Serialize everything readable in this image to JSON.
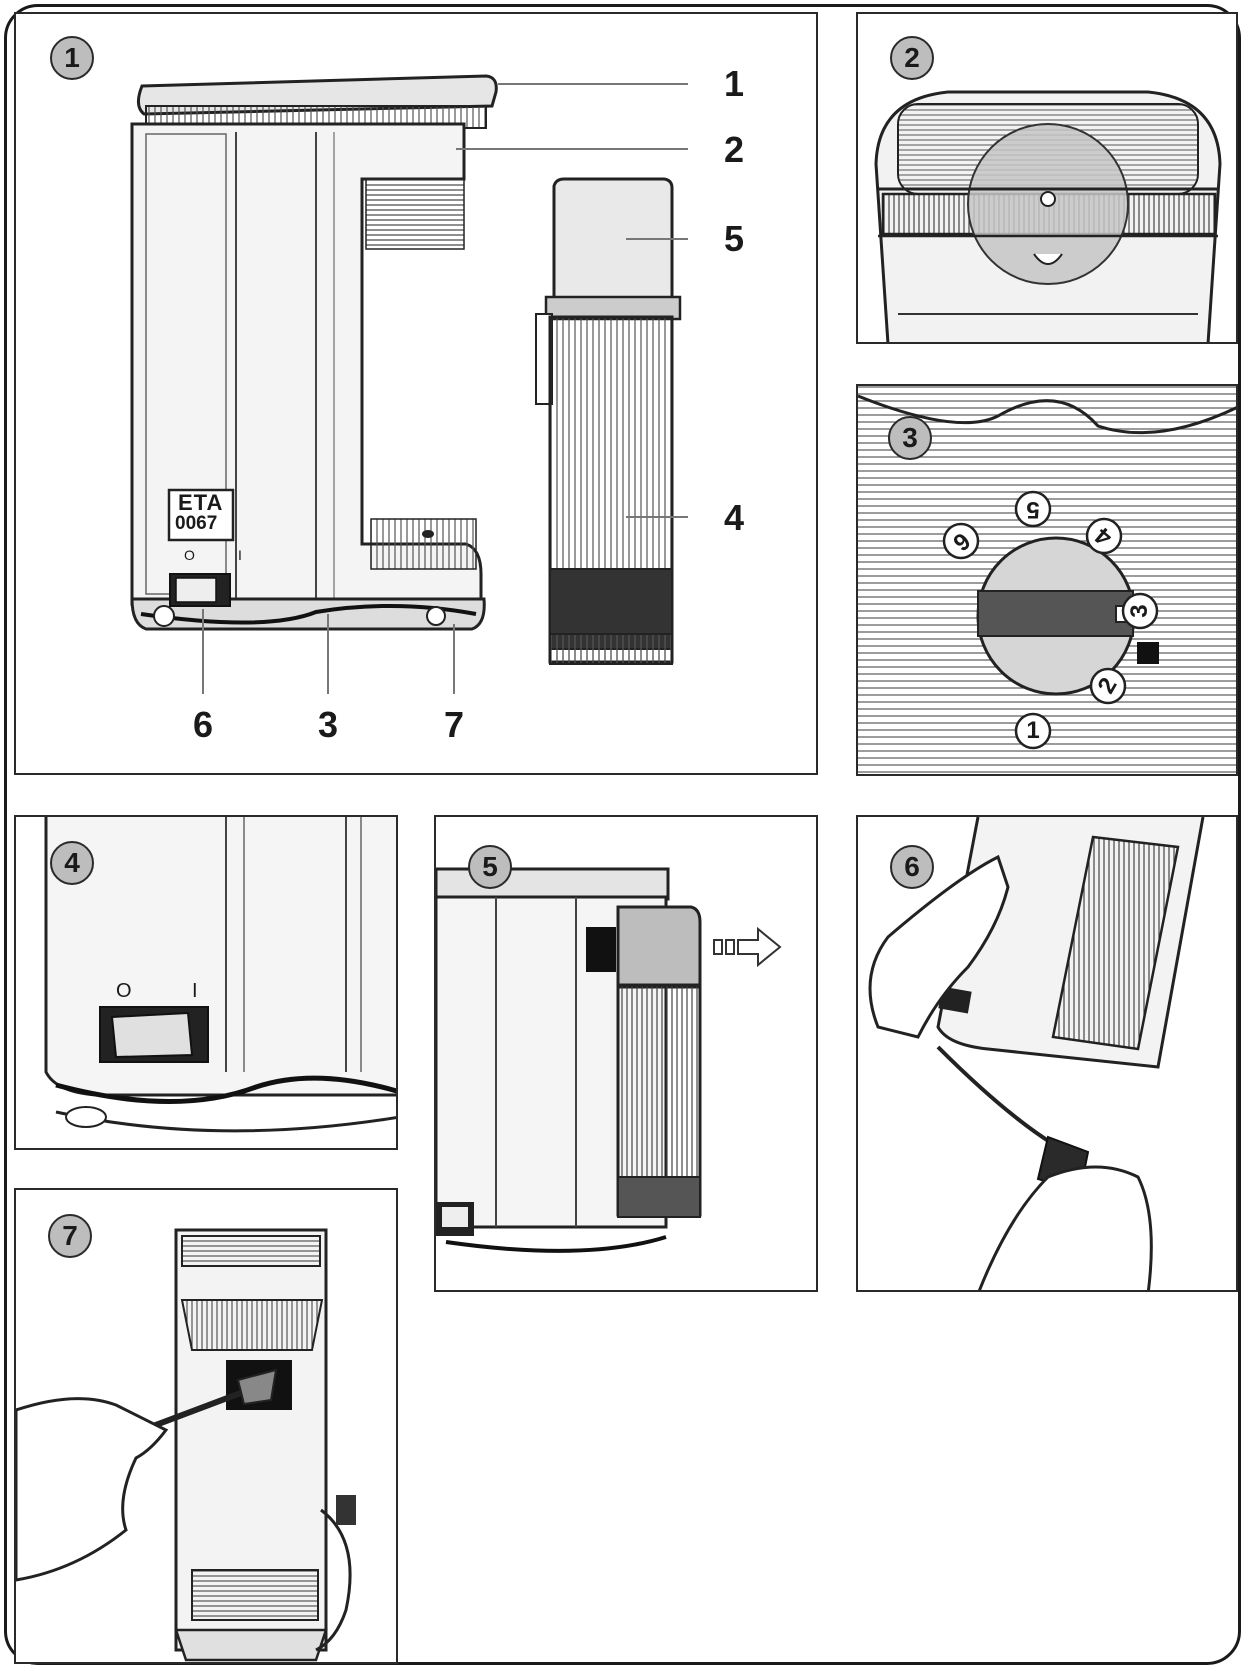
{
  "figure": {
    "panels": [
      {
        "number": "1"
      },
      {
        "number": "2"
      },
      {
        "number": "3"
      },
      {
        "number": "4"
      },
      {
        "number": "5"
      },
      {
        "number": "6"
      },
      {
        "number": "7"
      }
    ],
    "callouts": [
      "1",
      "2",
      "3",
      "4",
      "5",
      "6",
      "7"
    ],
    "device_label": {
      "brand": "ETA",
      "model": "0067"
    },
    "switch_marks": {
      "off": "O",
      "on": "I"
    },
    "dial_numbers": [
      "1",
      "2",
      "3",
      "4",
      "5",
      "6"
    ]
  }
}
